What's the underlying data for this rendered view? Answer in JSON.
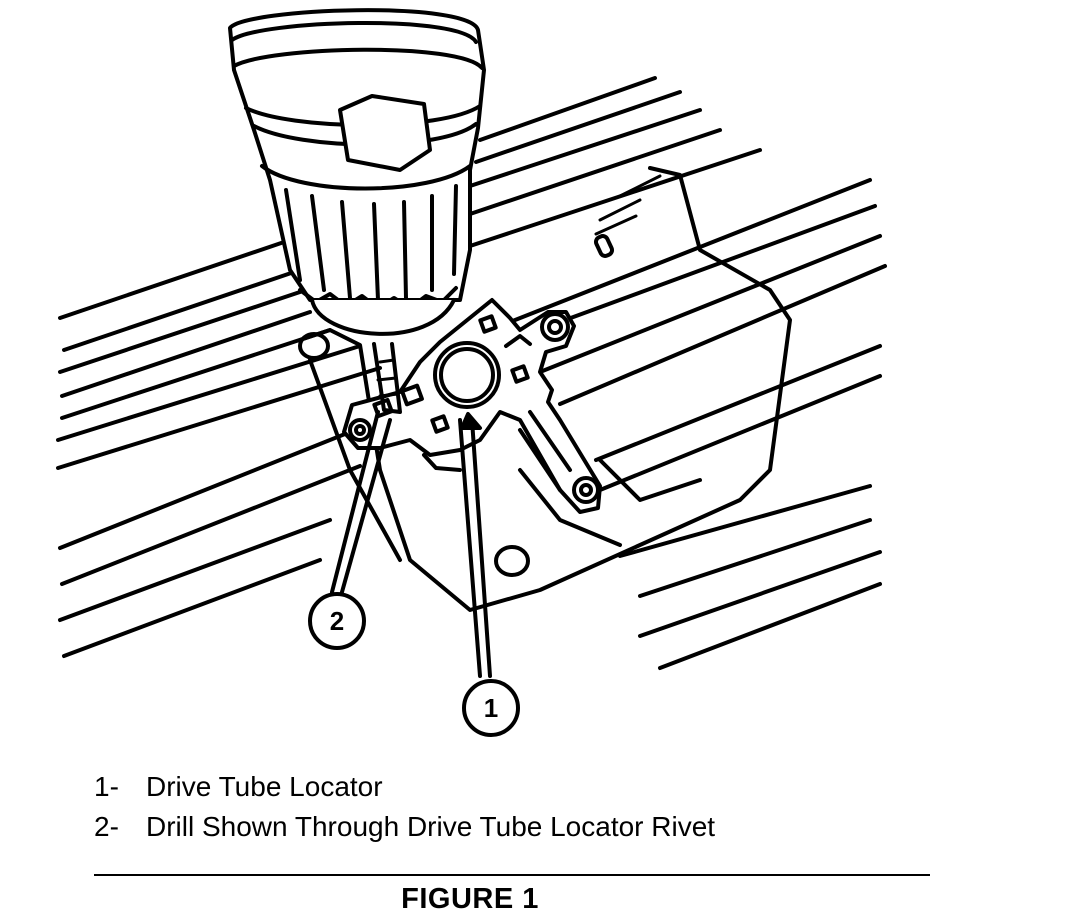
{
  "callouts": [
    {
      "number": "1"
    },
    {
      "number": "2"
    }
  ],
  "legend": [
    {
      "number": "1-",
      "text": "Drive Tube Locator"
    },
    {
      "number": "2-",
      "text": "Drill Shown Through Drive Tube Locator Rivet"
    }
  ],
  "figure": {
    "title": "FIGURE 1"
  },
  "icons": {
    "drill": "drill-icon",
    "locator": "drive-tube-locator-part"
  }
}
